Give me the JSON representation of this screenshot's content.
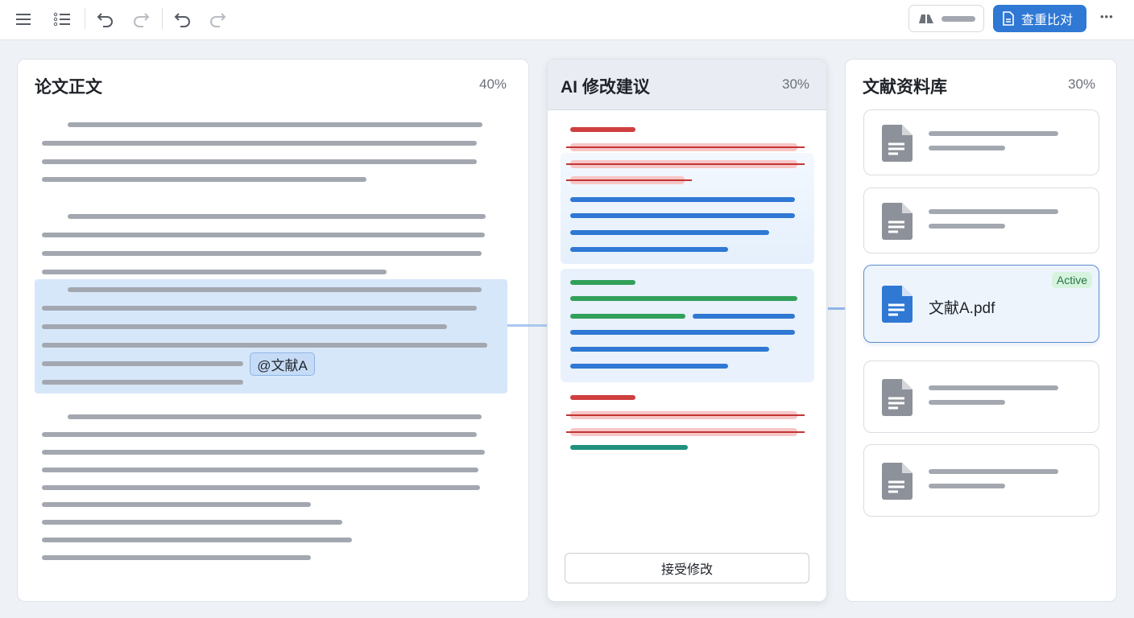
{
  "toolbar": {
    "check_button": "查重比对",
    "more": "•••"
  },
  "panels": {
    "paper": {
      "title": "论文正文",
      "percent": "40%",
      "citation_tag": "@文献A"
    },
    "ai": {
      "title": "AI 修改建议",
      "percent": "30%",
      "accept_button": "接受修改"
    },
    "library": {
      "title": "文献资料库",
      "percent": "30%",
      "active_file": "文献A.pdf",
      "active_badge": "Active"
    }
  },
  "colors": {
    "accent": "#2f78d4",
    "delete": "#cf3f3f",
    "add": "#31a05a",
    "badge_bg": "#d6f3df"
  }
}
